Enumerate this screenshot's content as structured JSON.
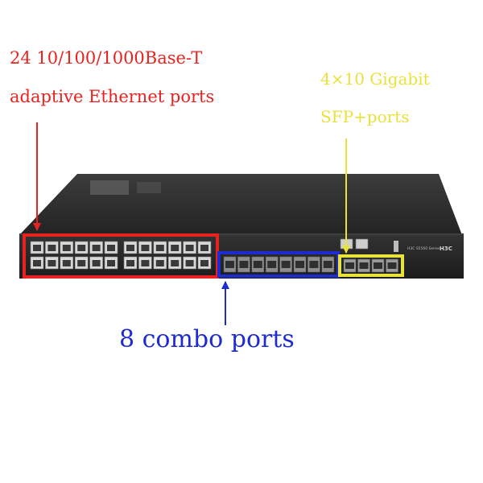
{
  "labels": {
    "ethernet_line1": "24 10/100/1000Base-T",
    "ethernet_line2": "adaptive Ethernet ports",
    "sfp_line1": "4×10 Gigabit",
    "sfp_line2": "SFP+ports",
    "combo": "8 combo ports"
  },
  "device": {
    "brand": "H3C",
    "model_text": "H3C S5560 Series"
  },
  "ports": {
    "ethernet_count": 24,
    "combo_count": 8,
    "sfp_plus_count": 4
  },
  "colors": {
    "ethernet": "#e8231f",
    "sfp": "#e9e23b",
    "combo": "#1e2bd0",
    "chassis": "#2a2a2a"
  }
}
